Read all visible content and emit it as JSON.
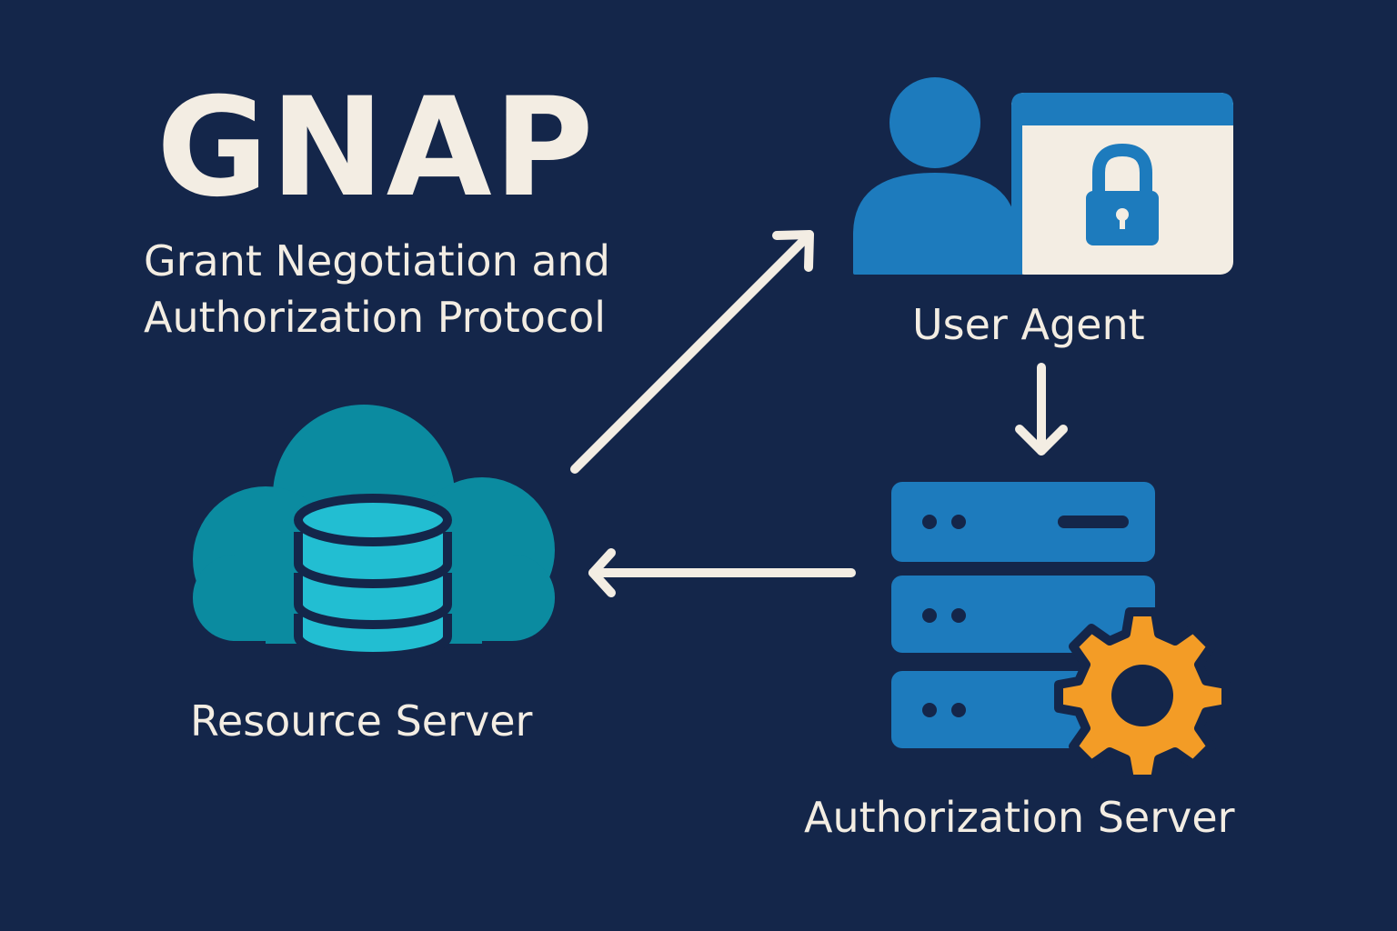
{
  "title": "GNAP",
  "subtitle_line1": "Grant Negotiation and",
  "subtitle_line2": "Authorization Protocol",
  "nodes": {
    "user_agent": {
      "label": "User Agent",
      "icons": [
        "person-icon",
        "browser-window-icon",
        "padlock-icon"
      ]
    },
    "resource_server": {
      "label": "Resource Server",
      "icons": [
        "cloud-icon",
        "database-icon"
      ]
    },
    "authorization_server": {
      "label": "Authorization Server",
      "icons": [
        "server-rack-icon",
        "gear-icon"
      ]
    }
  },
  "edges": [
    {
      "from": "resource_server",
      "to": "user_agent"
    },
    {
      "from": "user_agent",
      "to": "authorization_server"
    },
    {
      "from": "authorization_server",
      "to": "resource_server"
    }
  ],
  "colors": {
    "background": "#14264a",
    "text": "#f3ede3",
    "blue": "#1d7bbd",
    "teal": "#0b8ba0",
    "cyan": "#22bed2",
    "orange": "#f39c26"
  }
}
